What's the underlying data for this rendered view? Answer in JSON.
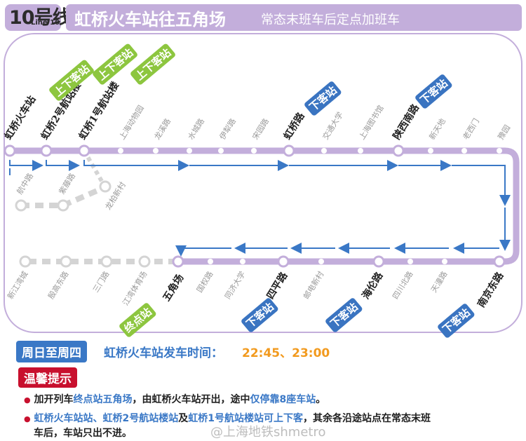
{
  "header": {
    "line_number": "10号线",
    "line_en": "Line 10",
    "title_main": "虹桥火车站往五角场",
    "title_sub": "常态末班车后定点加班车"
  },
  "colors": {
    "line_purple": "#c3aedb",
    "arrow_blue": "#3a78c6",
    "tag_green": "#8dc63f",
    "tag_blue": "#3a74c1",
    "accent_orange": "#f29a1e",
    "tip_red": "#c8102e"
  },
  "map": {
    "top_stations": [
      "虹桥火车站",
      "虹桥2号航站楼",
      "虹桥1号航站楼",
      "上海动物园",
      "龙溪路",
      "水城路",
      "伊犁路",
      "宋园路",
      "虹桥路",
      "交通大学",
      "上海图书馆",
      "陕西南路",
      "新天地",
      "老西门",
      "豫园"
    ],
    "branch_stations": [
      "航中路",
      "紫藤路",
      "龙柏新村"
    ],
    "bottom_stations": [
      "新江湾城",
      "殷高东路",
      "三门路",
      "江湾体育场",
      "五角场",
      "国权路",
      "同济大学",
      "四平路",
      "邮电新村",
      "海伦路",
      "四川北路",
      "天潼路",
      "南京东路"
    ],
    "tags": {
      "board_alight": "上下客站",
      "alight_only": "下客站",
      "terminal": "终点站"
    }
  },
  "bottom": {
    "days_label": "周日至周四",
    "departure_label": "虹桥火车站发车时间：",
    "departure_times": "22:45、23:00",
    "tips_label": "温馨提示",
    "note1": {
      "bullet": "●",
      "p1": "加开列车",
      "p2": "终点站五角场",
      "p3": "，由虹桥火车站开出，途中",
      "p4": "仅停靠8座车站",
      "p5": "。"
    },
    "note2": {
      "bullet": "●",
      "p1": "虹桥火车站站、虹桥2号航站楼站",
      "p2": "及",
      "p3": "虹桥1号航站楼站可上下客",
      "p4": "，其余各沿途站点在常态末班",
      "p5": "车后，车站只出不进。"
    }
  },
  "watermark": "@上海地铁shmetro"
}
